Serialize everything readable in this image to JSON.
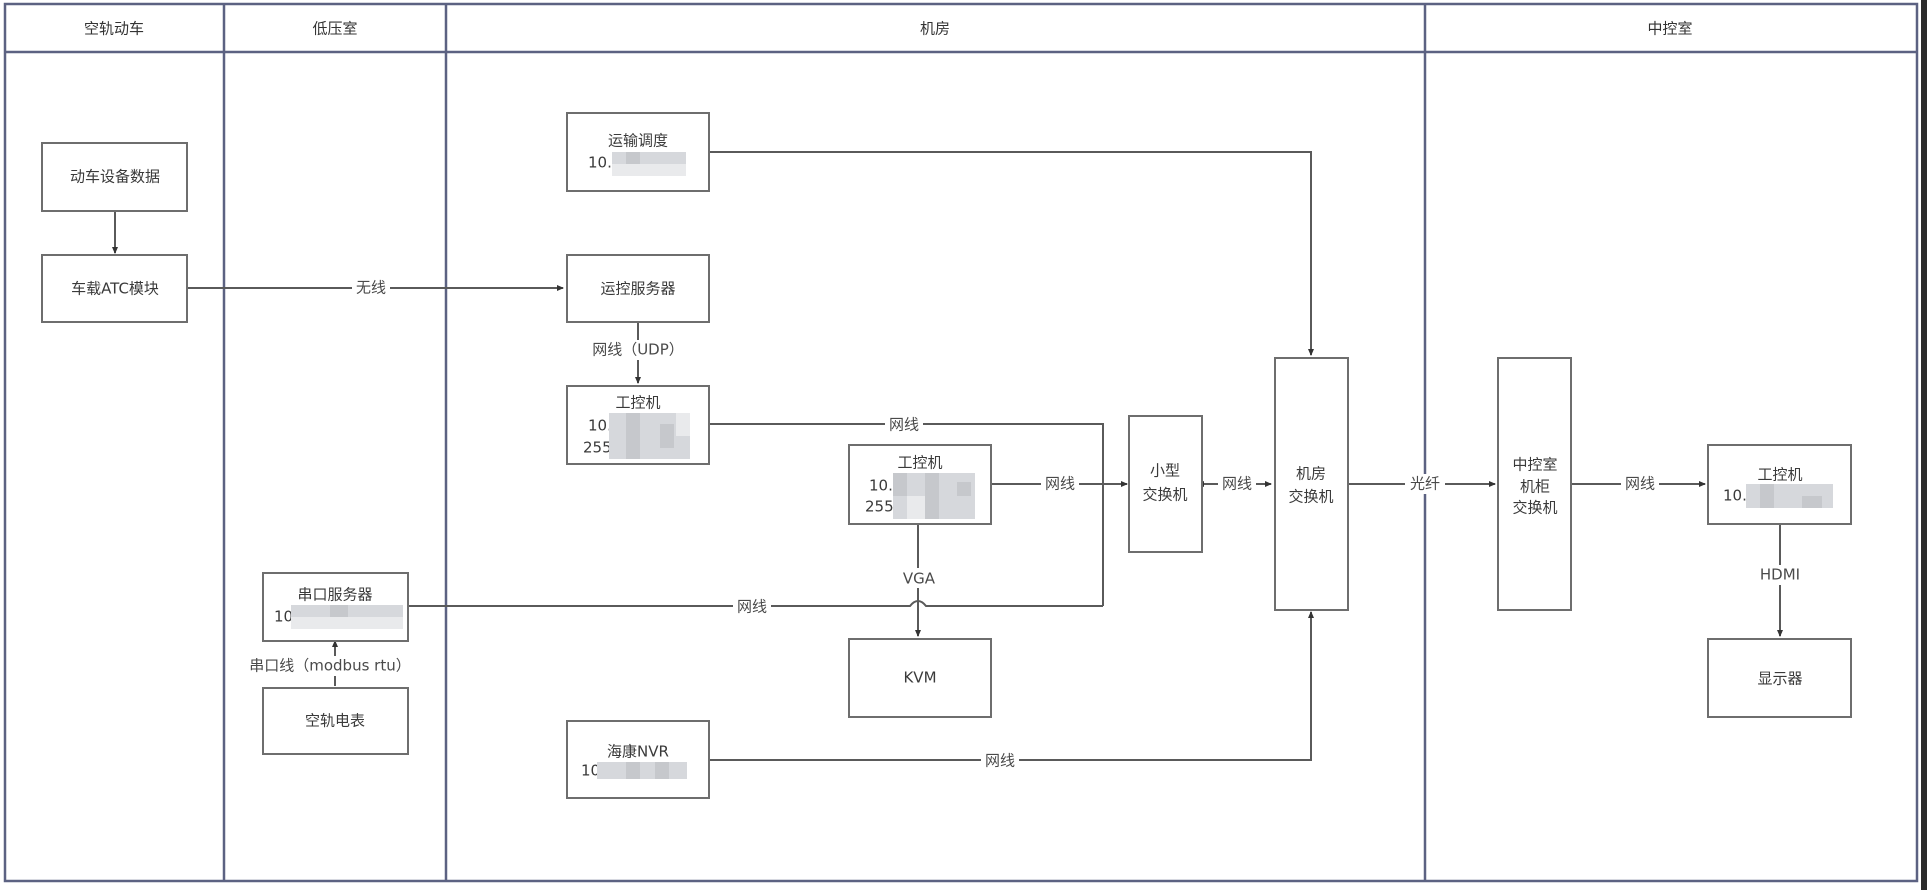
{
  "lanes": [
    {
      "id": "lane-train",
      "title": "空轨动车"
    },
    {
      "id": "lane-low-voltage",
      "title": "低压室"
    },
    {
      "id": "lane-machine-room",
      "title": "机房"
    },
    {
      "id": "lane-control-room",
      "title": "中控室"
    }
  ],
  "nodes": {
    "train_data": {
      "title": "动车设备数据"
    },
    "atc_module": {
      "title": "车载ATC模块"
    },
    "serial_server": {
      "title": "串口服务器",
      "ip": "10"
    },
    "power_meter": {
      "title": "空轨电表"
    },
    "dispatch": {
      "title": "运输调度",
      "ip": "10."
    },
    "ops_server": {
      "title": "运控服务器"
    },
    "ipc_1": {
      "title": "工控机",
      "ip": "10.",
      "mask": "255"
    },
    "ipc_2": {
      "title": "工控机",
      "ip": "10.",
      "mask": "255"
    },
    "kvm": {
      "title": "KVM"
    },
    "nvr": {
      "title": "海康NVR",
      "ip": "10."
    },
    "small_switch": {
      "line1": "小型",
      "line2": "交换机"
    },
    "room_switch": {
      "line1": "机房",
      "line2": "交换机"
    },
    "cabinet_switch": {
      "line1": "中控室",
      "line2": "机柜",
      "line3": "交换机"
    },
    "ipc_3": {
      "title": "工控机",
      "ip": "10."
    },
    "display": {
      "title": "显示器"
    }
  },
  "edges": {
    "wireless": "无线",
    "udp": "网线（UDP）",
    "ipc1_net": "网线",
    "ipc2_net": "网线",
    "serial_net": "网线",
    "vga": "VGA",
    "switch_net": "网线",
    "fiber": "光纤",
    "nvr_net": "网线",
    "cabinet_net": "网线",
    "hdmi": "HDMI",
    "modbus": "串口线（modbus rtu）"
  }
}
